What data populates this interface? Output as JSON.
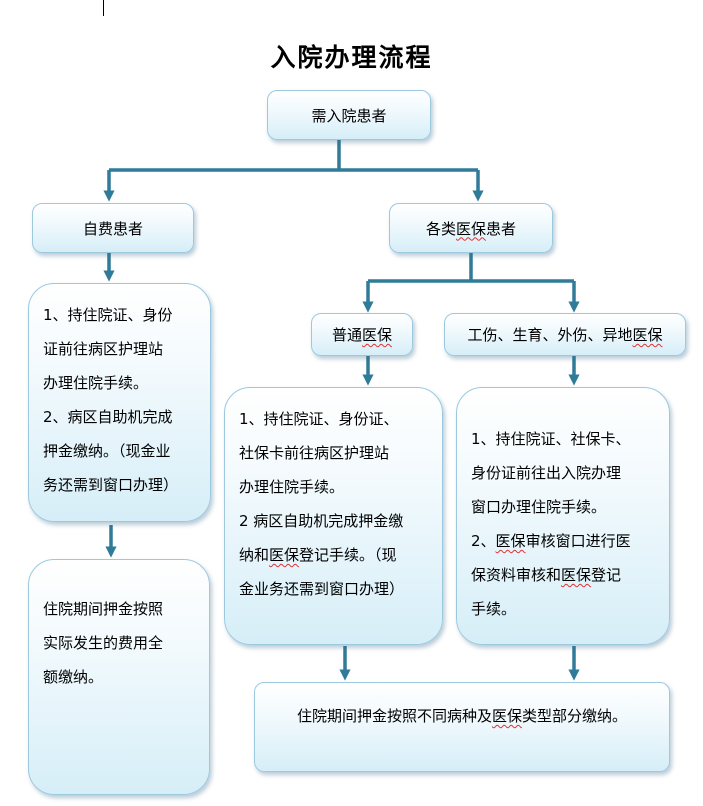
{
  "title": "入院办理流程",
  "nodes": {
    "start": {
      "label": "需入院患者"
    },
    "self_pay": {
      "label": "自费患者",
      "steps": [
        "1、持住院证、身份",
        "证前往病区护理站",
        "办理住院手续。",
        "2、病区自助机完成",
        "押金缴纳。（现金业",
        "务还需到窗口办理）"
      ],
      "deposit": [
        "住院期间押金按照",
        "实际发生的费用全",
        "额缴纳。"
      ]
    },
    "insured": {
      "label_pre": "各类",
      "label_u": "医保",
      "label_post": "患者",
      "general": {
        "label_pre": "普通",
        "label_u": "医保",
        "label_post": "",
        "steps": [
          "1、持住院证、身份证、",
          "社保卡前往病区护理站",
          "办理住院手续。",
          "2 病区自助机完成押金缴"
        ],
        "step5_pre": "纳和",
        "step5_u": "医保",
        "step5_post": "登记手续。（现",
        "step6": "金业务还需到窗口办理）"
      },
      "special": {
        "label_pre": "工伤、生育、外伤、异地",
        "label_u": "医保",
        "label_post": "",
        "steps": [
          "1、持住院证、社保卡、",
          "身份证前往出入院办理",
          "窗口办理住院手续。"
        ],
        "step4_pre": "2、",
        "step4_u": "医保",
        "step4_post": "审核窗口进行医",
        "step5_pre": "保资料审核和",
        "step5_u": "医保",
        "step5_post": "登记",
        "step6": "手续。"
      },
      "deposit_pre": "住院期间押金按照不同病种及",
      "deposit_u": "医保",
      "deposit_post": "类型部分缴纳。"
    }
  },
  "colors": {
    "connector": "#2f7b98",
    "box_border": "#9cc9e0",
    "box_fill_top": "#ffffff",
    "box_fill_bottom": "#d6eef8"
  }
}
